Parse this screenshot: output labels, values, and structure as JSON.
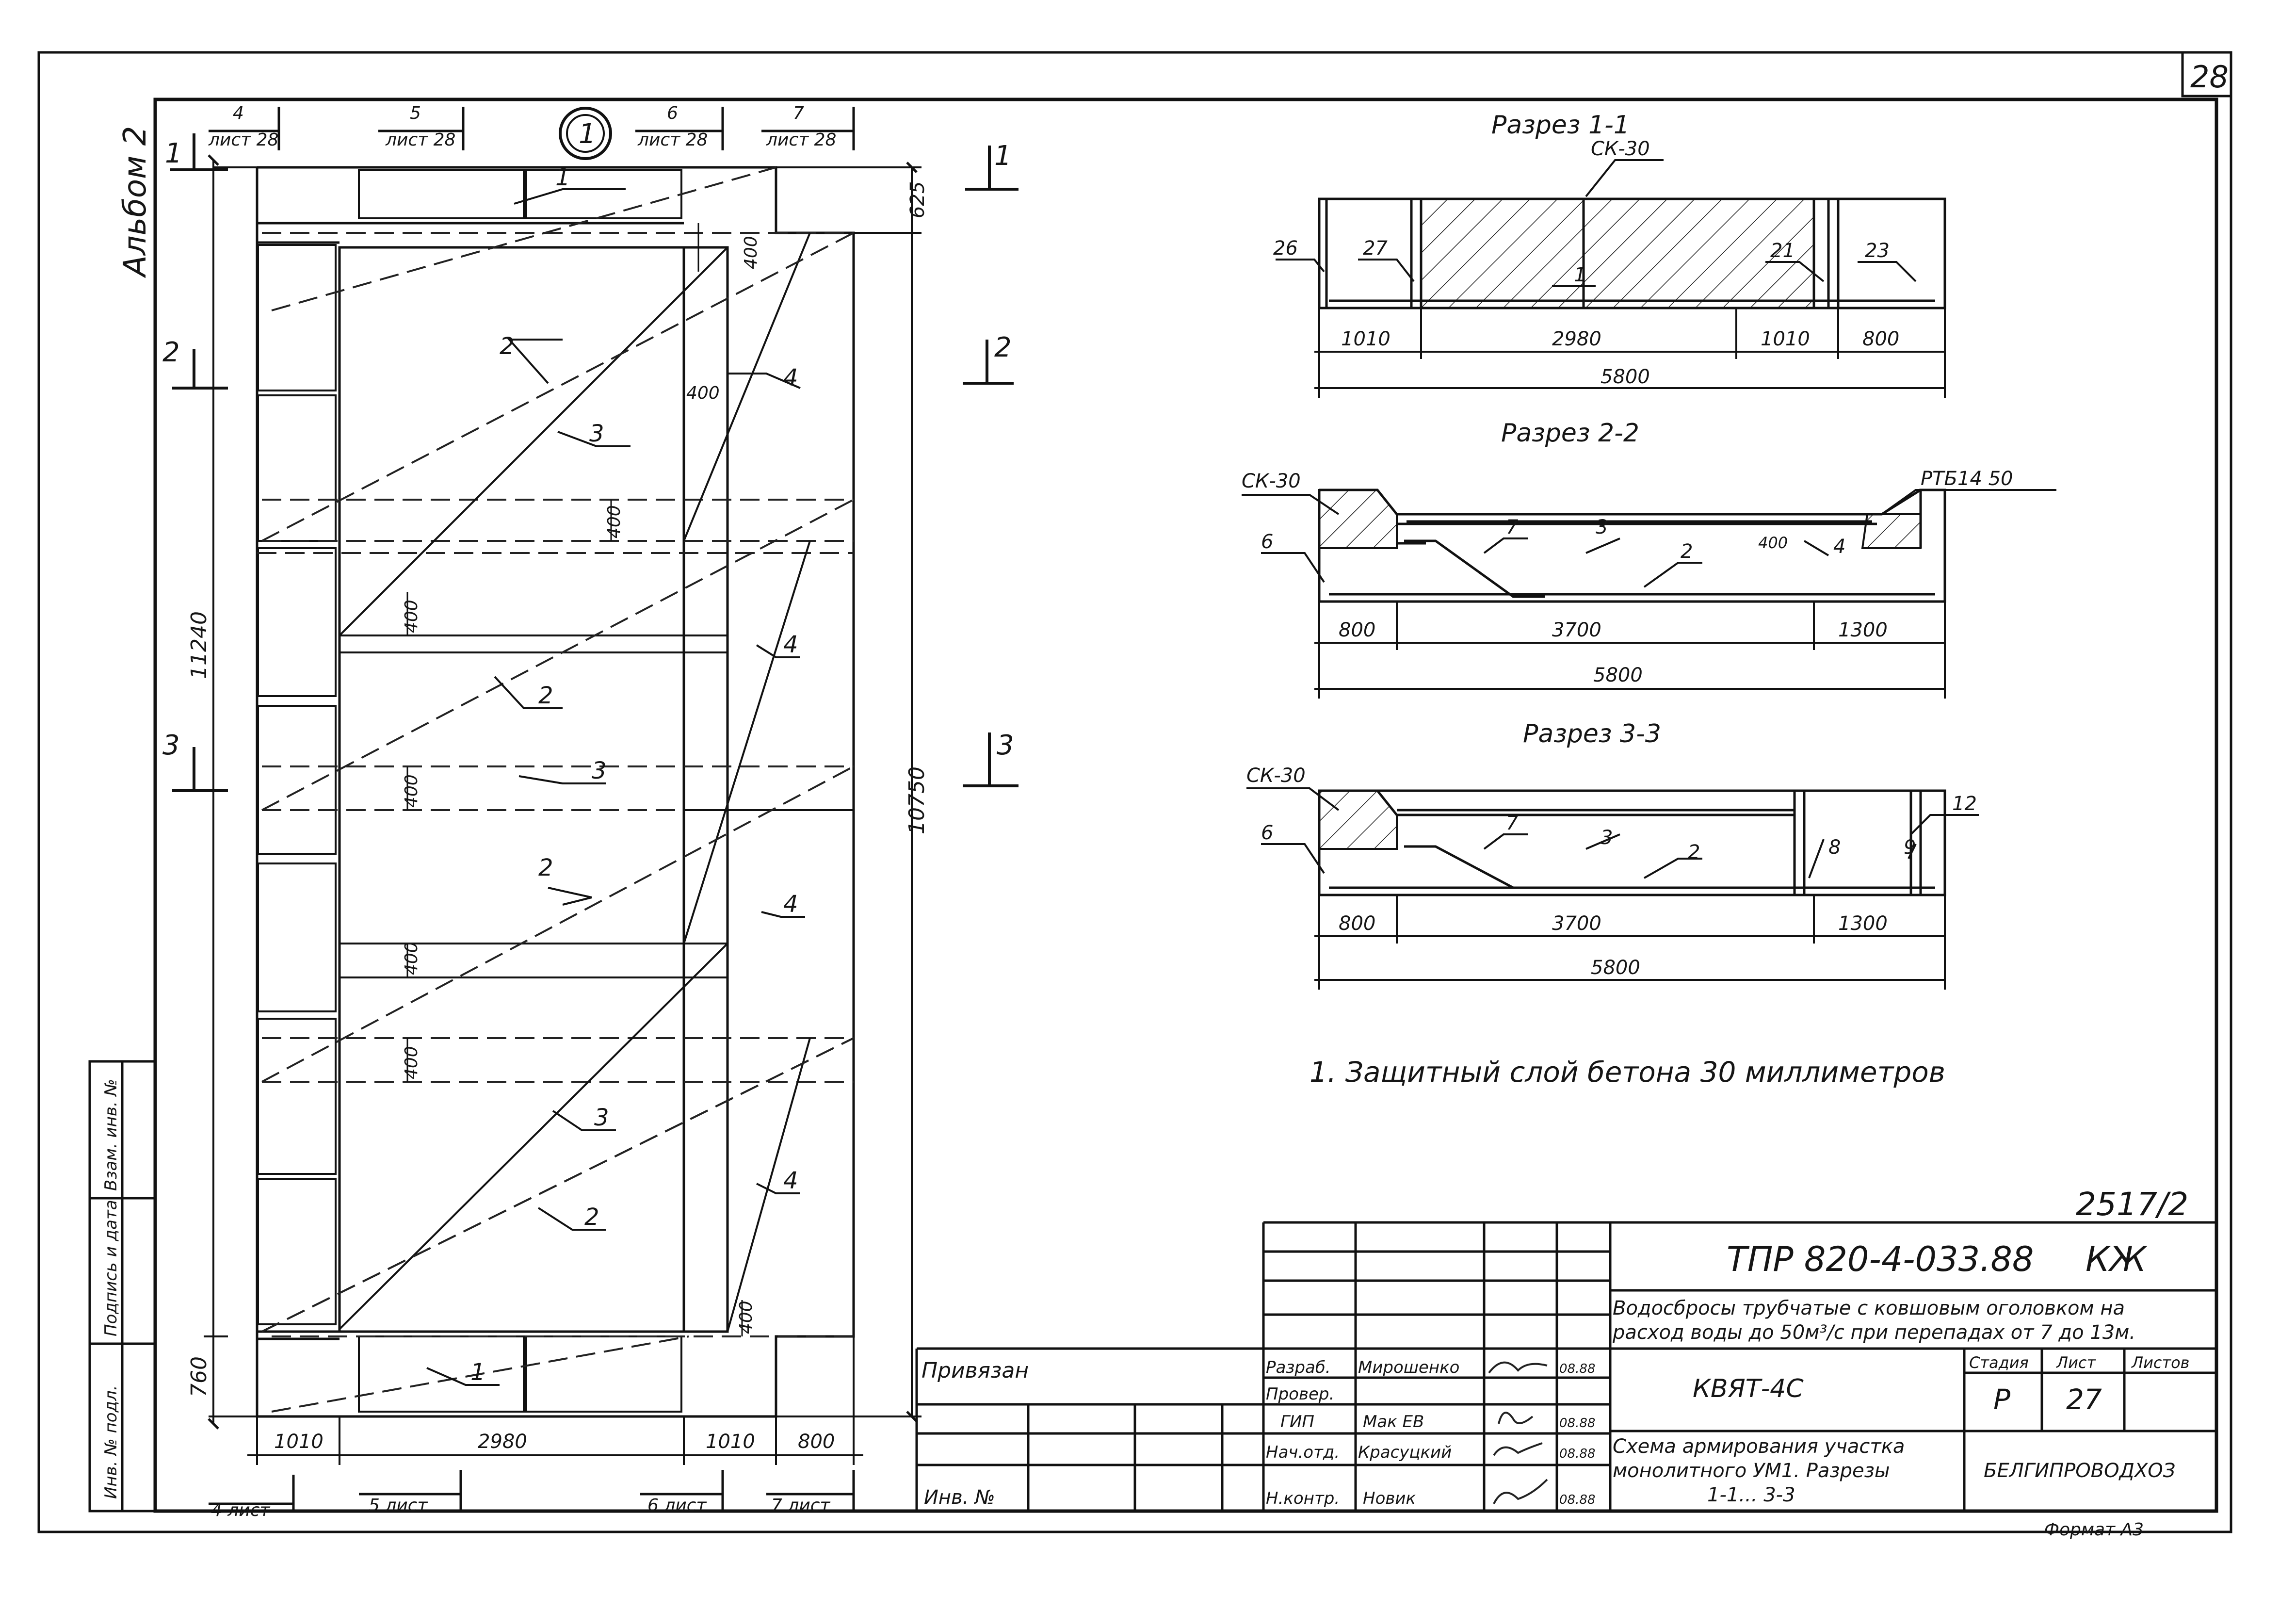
{
  "sheet_number": "28",
  "album_label": "Альбом 2",
  "plan": {
    "badge": "1",
    "sheet_refs_top": [
      {
        "num": "4",
        "label": "лист 28"
      },
      {
        "num": "5",
        "label": "лист 28"
      },
      {
        "num": "6",
        "label": "лист 28"
      },
      {
        "num": "7",
        "label": "лист 28"
      }
    ],
    "sheet_refs_bottom": [
      "4 лист",
      "5 лист",
      "6 лист",
      "7 лист"
    ],
    "section_markers": [
      "1",
      "2",
      "3"
    ],
    "dim_left_total": "11240",
    "dim_left_bottom": "760",
    "dim_right_total": "10750",
    "dim_right_top": "625",
    "dims_bottom": [
      "1010",
      "2980",
      "1010",
      "800"
    ],
    "dims_400": [
      "400",
      "400",
      "400",
      "400",
      "400",
      "400",
      "400",
      "400"
    ],
    "bar_labels": [
      {
        "text": "1"
      },
      {
        "text": "2"
      },
      {
        "text": "3"
      },
      {
        "text": "4"
      },
      {
        "text": "4"
      },
      {
        "text": "2"
      },
      {
        "text": "3"
      },
      {
        "text": "2"
      },
      {
        "text": "4"
      },
      {
        "text": "3"
      },
      {
        "text": "4"
      },
      {
        "text": "2"
      },
      {
        "text": "1"
      }
    ]
  },
  "section_1_1": {
    "title": "Разрез 1-1",
    "callout_top": "СК-30",
    "labels": [
      "26",
      "27",
      "1",
      "21",
      "23"
    ],
    "dims": [
      "1010",
      "2980",
      "1010",
      "800"
    ],
    "total": "5800"
  },
  "section_2_2": {
    "title": "Разрез 2-2",
    "callout_left": "СК-30",
    "callout_right": "РТБ14 50",
    "labels": [
      "6",
      "7",
      "3",
      "2",
      "400",
      "4"
    ],
    "dims": [
      "800",
      "3700",
      "1300"
    ],
    "total": "5800"
  },
  "section_3_3": {
    "title": "Разрез 3-3",
    "callout_left": "СК-30",
    "labels": [
      "6",
      "7",
      "3",
      "2",
      "8",
      "9",
      "12"
    ],
    "dims": [
      "800",
      "3700",
      "1300"
    ],
    "total": "5800"
  },
  "note": "1. Защитный слой бетона 30 миллиметров",
  "stamp": {
    "sheet_code": "2517/2",
    "doc_code": "ТПР 820-4-033.88",
    "doc_suffix": "КЖ",
    "title_line1": "Водосбросы трубчатые с ковшовым оголовком на",
    "title_line2": "расход воды до 50м³/с при перепадах от 7 до 13м.",
    "project": "КВЯТ-4С",
    "drawing_line1": "Схема армирования участка",
    "drawing_line2": "монолитного УМ1. Разрезы",
    "drawing_line3": "1-1... 3-3",
    "col_stage": "Стадия",
    "col_sheet": "Лист",
    "col_sheets": "Листов",
    "stage": "Р",
    "sheet": "27",
    "org": "БЕЛГИПРОВОДХОЗ",
    "format": "Формат А3",
    "binding": "Привязан",
    "inv_no": "Инв. №",
    "roles": [
      {
        "role": "Разраб.",
        "name": "Мирошенко",
        "date": "08.88"
      },
      {
        "role": "Провер.",
        "name": "",
        "date": ""
      },
      {
        "role": "ГИП",
        "name": "Мак ЕВ",
        "date": "08.88"
      },
      {
        "role": "Нач.отд.",
        "name": "Красуцкий",
        "date": "08.88"
      },
      {
        "role": "Н.контр.",
        "name": "Новик",
        "date": "08.88"
      }
    ],
    "side_cells": [
      "Инв. № подл.",
      "Подпись и дата",
      "Взам. инв. №"
    ]
  }
}
